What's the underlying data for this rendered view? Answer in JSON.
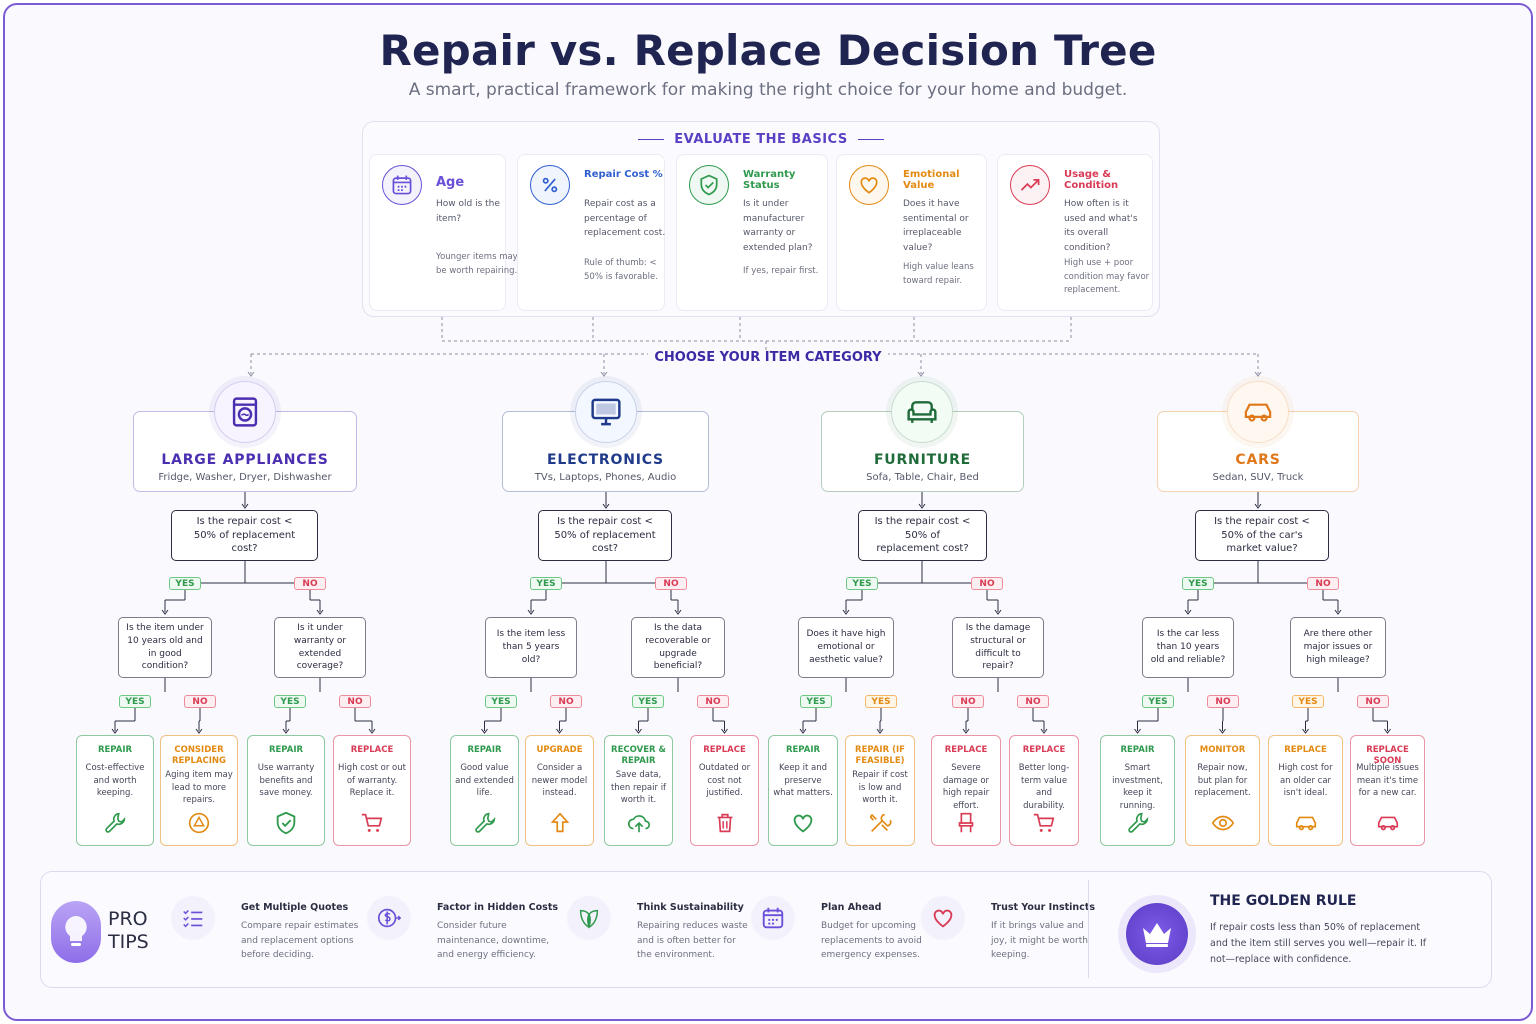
{
  "title": "Repair vs. Replace Decision Tree",
  "subtitle": "A smart, practical framework for making the right choice for your home and budget.",
  "basics": {
    "header": "EVALUATE THE BASICS",
    "cards": [
      {
        "title": "Age",
        "desc": "How old is the item?",
        "note": "Younger items may be worth repairing.",
        "icon": "calendar-icon",
        "color": "#6a4fd8"
      },
      {
        "title": "Repair Cost %",
        "desc": "Repair cost as a percentage of replacement cost.",
        "note": "Rule of thumb: < 50% is favorable.",
        "icon": "percent-icon",
        "color": "#2f5fd0"
      },
      {
        "title": "Warranty Status",
        "desc": "Is it under manufacturer warranty or extended plan?",
        "note": "If yes, repair first.",
        "icon": "shield-check-icon",
        "color": "#2f9a4e"
      },
      {
        "title": "Emotional Value",
        "desc": "Does it have sentimental or irreplaceable value?",
        "note": "High value leans toward repair.",
        "icon": "heart-icon",
        "color": "#e38a12"
      },
      {
        "title": "Usage & Condition",
        "desc": "How often is it used and what's its overall condition?",
        "note": "High use + poor condition may favor replacement.",
        "icon": "trend-up-icon",
        "color": "#d93b55"
      }
    ]
  },
  "category_header": "CHOOSE YOUR ITEM CATEGORY",
  "labels": {
    "yes": "YES",
    "no": "NO"
  },
  "categories": [
    {
      "name": "LARGE APPLIANCES",
      "sub": "Fridge, Washer, Dryer, Dishwasher",
      "color": "#4b2fb0",
      "icon": "washer-icon",
      "question": "Is the repair cost < 50% of replacement cost?",
      "yes_q": "Is the item under 10 years old and in good condition?",
      "no_q": "Is it under warranty or extended coverage?",
      "results": [
        {
          "title": "REPAIR",
          "desc": "Cost-effective and worth keeping.",
          "icon": "wrench-icon",
          "tone": "g",
          "lbl": "YES"
        },
        {
          "title": "CONSIDER REPLACING",
          "desc": "Aging item may lead to more repairs.",
          "icon": "alert-icon",
          "tone": "o",
          "lbl": "NO"
        },
        {
          "title": "REPAIR",
          "desc": "Use warranty benefits and save money.",
          "icon": "shield-check-icon",
          "tone": "g",
          "lbl": "YES"
        },
        {
          "title": "REPLACE",
          "desc": "High cost or out of warranty. Replace it.",
          "icon": "cart-icon",
          "tone": "r",
          "lbl": "NO"
        }
      ]
    },
    {
      "name": "ELECTRONICS",
      "sub": "TVs, Laptops, Phones, Audio",
      "color": "#1f3a8a",
      "icon": "monitor-icon",
      "question": "Is the repair cost < 50% of replacement cost?",
      "yes_q": "Is the item less than 5 years old?",
      "no_q": "Is the data recoverable or upgrade beneficial?",
      "results": [
        {
          "title": "REPAIR",
          "desc": "Good value and extended life.",
          "icon": "wrench-icon",
          "tone": "g",
          "lbl": "YES"
        },
        {
          "title": "UPGRADE",
          "desc": "Consider a newer model instead.",
          "icon": "arrow-up-icon",
          "tone": "o",
          "lbl": "NO"
        },
        {
          "title": "RECOVER & REPAIR",
          "desc": "Save data, then repair if worth it.",
          "icon": "cloud-upload-icon",
          "tone": "g",
          "lbl": "YES"
        },
        {
          "title": "REPLACE",
          "desc": "Outdated or cost not justified.",
          "icon": "trash-icon",
          "tone": "r",
          "lbl": "NO"
        }
      ]
    },
    {
      "name": "FURNITURE",
      "sub": "Sofa, Table, Chair, Bed",
      "color": "#1f6b3a",
      "icon": "sofa-icon",
      "question": "Is the repair cost < 50% of replacement cost?",
      "yes_q": "Does it have high emotional or aesthetic value?",
      "no_q": "Is the damage structural or difficult to repair?",
      "results": [
        {
          "title": "REPAIR",
          "desc": "Keep it and preserve what matters.",
          "icon": "heart-icon",
          "tone": "g",
          "lbl": "YES"
        },
        {
          "title": "REPAIR (IF FEASIBLE)",
          "desc": "Repair if cost is low and worth it.",
          "icon": "tools-icon",
          "tone": "o",
          "lbl": "YES"
        },
        {
          "title": "REPLACE",
          "desc": "Severe damage or high repair effort.",
          "icon": "chair-icon",
          "tone": "r",
          "lbl": "NO"
        },
        {
          "title": "REPLACE",
          "desc": "Better long-term value and durability.",
          "icon": "cart-icon",
          "tone": "r",
          "lbl": "NO"
        }
      ]
    },
    {
      "name": "CARS",
      "sub": "Sedan, SUV, Truck",
      "color": "#e0781a",
      "icon": "car-icon",
      "question": "Is the repair cost < 50% of the car's market value?",
      "yes_q": "Is the car less than 10 years old and reliable?",
      "no_q": "Are there other major issues or high mileage?",
      "results": [
        {
          "title": "REPAIR",
          "desc": "Smart investment, keep it running.",
          "icon": "wrench-icon",
          "tone": "g",
          "lbl": "YES"
        },
        {
          "title": "MONITOR",
          "desc": "Repair now, but plan for replacement.",
          "icon": "eye-icon",
          "tone": "o",
          "lbl": "NO"
        },
        {
          "title": "REPLACE",
          "desc": "High cost for an older car isn't ideal.",
          "icon": "car-icon",
          "tone": "o",
          "lbl": "YES"
        },
        {
          "title": "REPLACE SOON",
          "desc": "Multiple issues mean it's time for a new car.",
          "icon": "car-icon",
          "tone": "r",
          "lbl": "NO"
        }
      ]
    }
  ],
  "tips": {
    "label_line1": "PRO",
    "label_line2": "TIPS",
    "items": [
      {
        "title": "Get Multiple Quotes",
        "desc": "Compare repair estimates and replacement options before deciding.",
        "icon": "checklist-icon"
      },
      {
        "title": "Factor in Hidden Costs",
        "desc": "Consider future maintenance, downtime, and energy efficiency.",
        "icon": "dollar-icon"
      },
      {
        "title": "Think Sustainability",
        "desc": "Repairing reduces waste and is often better for the environment.",
        "icon": "leaf-icon"
      },
      {
        "title": "Plan Ahead",
        "desc": "Budget for upcoming replacements to avoid emergency expenses.",
        "icon": "calendar-icon"
      },
      {
        "title": "Trust Your Instincts",
        "desc": "If it brings value and joy, it might be worth keeping.",
        "icon": "heart-icon"
      }
    ],
    "golden_title": "THE GOLDEN RULE",
    "golden_text": "If repair costs less than 50% of replacement and the item still serves you well—repair it. If not—replace with confidence."
  },
  "colors": {
    "green": "#2f9a4e",
    "orange": "#e38a12",
    "red": "#d93b55",
    "purple": "#6a4fd8"
  }
}
